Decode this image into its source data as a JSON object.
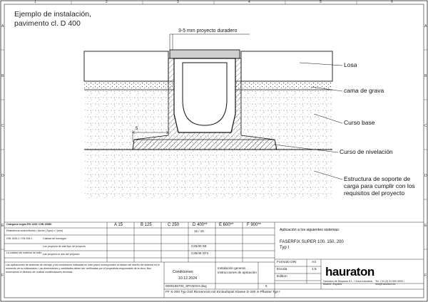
{
  "drawing": {
    "title_line1": "Ejemplo de instalación,",
    "title_line2": "pavimento cl. D 400",
    "gap_label": "3-5 mm proyecto duradero",
    "dim_label": "5"
  },
  "callouts": [
    "Losa",
    "cama de grava",
    "Curso base",
    "Curso de nivelación",
    "Estructura de soporte de",
    "carga para cumplir con los",
    "requisitos del proyecto"
  ],
  "frame": {
    "col_numbers": [
      "1",
      "2",
      "3",
      "4",
      "5",
      "6"
    ],
    "row_letters": [
      "A",
      "B",
      "C",
      "D",
      "E",
      "F"
    ]
  },
  "titleblock": {
    "category_label": "Categoría según EN 1433 / DIN 19580",
    "classes": [
      "A 15",
      "B 125",
      "C 250",
      "D 400**",
      "E 600**",
      "F 900**"
    ],
    "row_labels": [
      "Resistencia contra flexión  /  Ancho (Typo) x l (mm)",
      "DIN 1045-2 / EN 206-1",
      "La calidad del material de sello"
    ],
    "row_notes": [
      "Calidad de hormigón",
      "Los proyecto de este tipo de proyecto",
      "Las proyecto in situ del proyecto"
    ],
    "values": [
      "15 / 15",
      "C25/30 XE",
      "C35/45 XF3"
    ],
    "conditions_label": "Condiciones",
    "date": "10.12.2024",
    "install_text_line1": "Instalación general,",
    "install_text_line2": "instrucciones de aplicación",
    "file_name": "0000185700_SPANISH.dwg",
    "page": "6",
    "bottom_caption": "FF S-200 Typ 010 Rinnenrost mit Einlaufspiel Klasse D 400 in Pflaster Typ I",
    "applies_label": "Aplicación a los siguientes sistemas:",
    "product_line1": "FASERFIX SUPER 100, 150, 200",
    "product_line2": "Typ I",
    "format_label": "Formato DIN",
    "format_value": "A4",
    "scale_label": "Escala",
    "scale_value": "1:5",
    "edition_label": "Edition",
    "disclaimer": "Las aplicaciones de sistemas de drenaje y las condiciones indicadas en este plano corresponden al estado del diseño del sistema en el momento de su elaboración. Las dimensiones y cantidades deben ser verificadas por el proyectista responsable de la obra. Nos reservamos el derecho de realizar modificaciones técnicas.",
    "company_address": "Hauraton de Hispania S.L. / Zona Industrial, Madrid / España",
    "company_contact": "Tel. +34 (0) 91 000 0000  /  info@hauraton.es",
    "logo_text": "hauraton"
  }
}
